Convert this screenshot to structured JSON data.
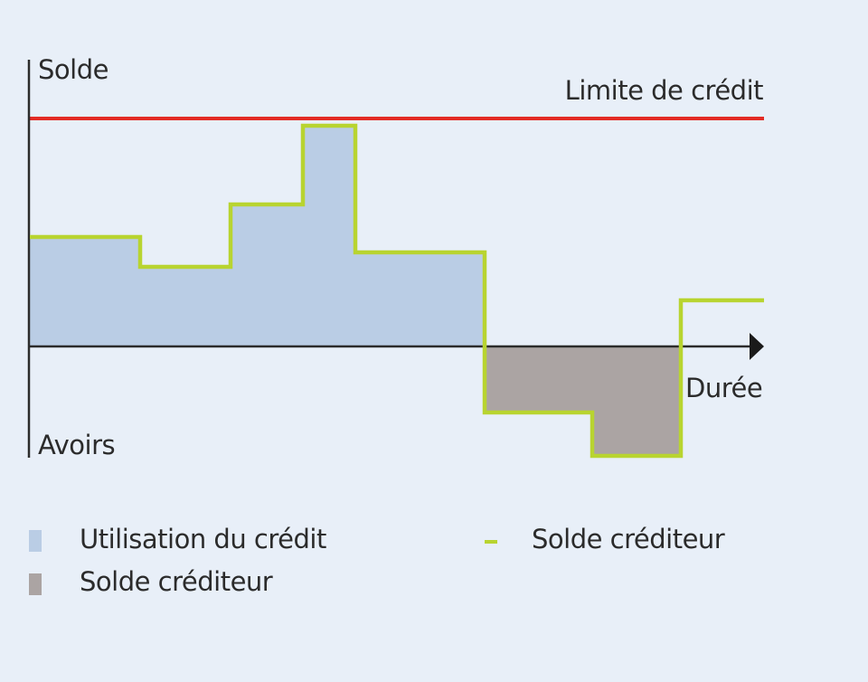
{
  "chart_data": {
    "type": "area",
    "title": "",
    "ylabel": "Solde",
    "ylabel_bottom": "Avoirs",
    "xlabel": "Durée",
    "grid": false,
    "reference_line": {
      "label": "Limite de crédit",
      "value": 7.2,
      "color": "#e32b24"
    },
    "x": [
      0,
      1.5,
      2.75,
      3.75,
      4.5,
      6.25,
      7.75,
      9,
      10.1
    ],
    "series": [
      {
        "name": "Solde créditeur",
        "kind": "step-line",
        "color": "#b8d430",
        "values": [
          3.5,
          2.6,
          4.5,
          6.8,
          3.0,
          -2.0,
          -3.3,
          1.4,
          1.4
        ]
      },
      {
        "name": "Utilisation du crédit",
        "kind": "area",
        "color": "#bacde5",
        "values": [
          3.5,
          2.6,
          4.5,
          6.8,
          3.0,
          0,
          0,
          0,
          0
        ]
      },
      {
        "name": "Solde créditeur",
        "kind": "area",
        "color": "#aba4a3",
        "values": [
          0,
          0,
          0,
          0,
          0,
          -2.0,
          -3.3,
          0,
          0
        ]
      }
    ],
    "legend": {
      "position": "bottom",
      "entries": [
        {
          "label": "Utilisation du crédit",
          "type": "square",
          "color": "#bacde5"
        },
        {
          "label": "Solde créditeur",
          "type": "line",
          "color": "#b8d430"
        },
        {
          "label": "Solde créditeur",
          "type": "square",
          "color": "#aba4a3"
        }
      ]
    }
  },
  "axis": {
    "y_top_label": "Solde",
    "y_bottom_label": "Avoirs",
    "x_label": "Durée",
    "limit_label": "Limite de crédit"
  },
  "legend": {
    "credit_use": "Utilisation du crédit",
    "credit_balance_line": "Solde créditeur",
    "credit_balance_area": "Solde créditeur"
  },
  "colors": {
    "background": "#e8eff8",
    "credit_use_fill": "#bacde5",
    "credit_balance_fill": "#aba4a3",
    "step_line": "#b8d430",
    "limit_line": "#e32b24",
    "axis": "#2b2b2b"
  }
}
